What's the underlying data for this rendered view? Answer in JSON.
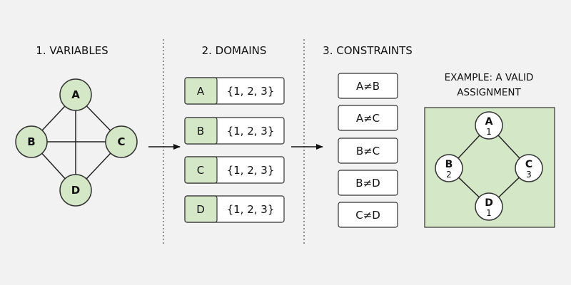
{
  "sections": {
    "variables": "1. VARIABLES",
    "domains": "2. DOMAINS",
    "constraints": "3. CONSTRAINTS"
  },
  "graph": {
    "nodes": [
      "A",
      "B",
      "C",
      "D"
    ],
    "edges": [
      [
        "A",
        "B"
      ],
      [
        "A",
        "C"
      ],
      [
        "A",
        "D"
      ],
      [
        "B",
        "C"
      ],
      [
        "B",
        "D"
      ],
      [
        "C",
        "D"
      ]
    ]
  },
  "domains": [
    {
      "var": "A",
      "values": "{1, 2, 3}"
    },
    {
      "var": "B",
      "values": "{1, 2, 3}"
    },
    {
      "var": "C",
      "values": "{1, 2, 3}"
    },
    {
      "var": "D",
      "values": "{1, 2, 3}"
    }
  ],
  "constraints": [
    "A≠B",
    "A≠C",
    "B≠C",
    "B≠D",
    "C≠D"
  ],
  "example": {
    "title_line1": "EXAMPLE: A VALID",
    "title_line2": "ASSIGNMENT",
    "assignments": [
      {
        "var": "A",
        "value": "1"
      },
      {
        "var": "B",
        "value": "2"
      },
      {
        "var": "C",
        "value": "3"
      },
      {
        "var": "D",
        "value": "1"
      }
    ]
  },
  "colors": {
    "node_fill": "#d4e8c8",
    "background": "#f2f2f2"
  }
}
